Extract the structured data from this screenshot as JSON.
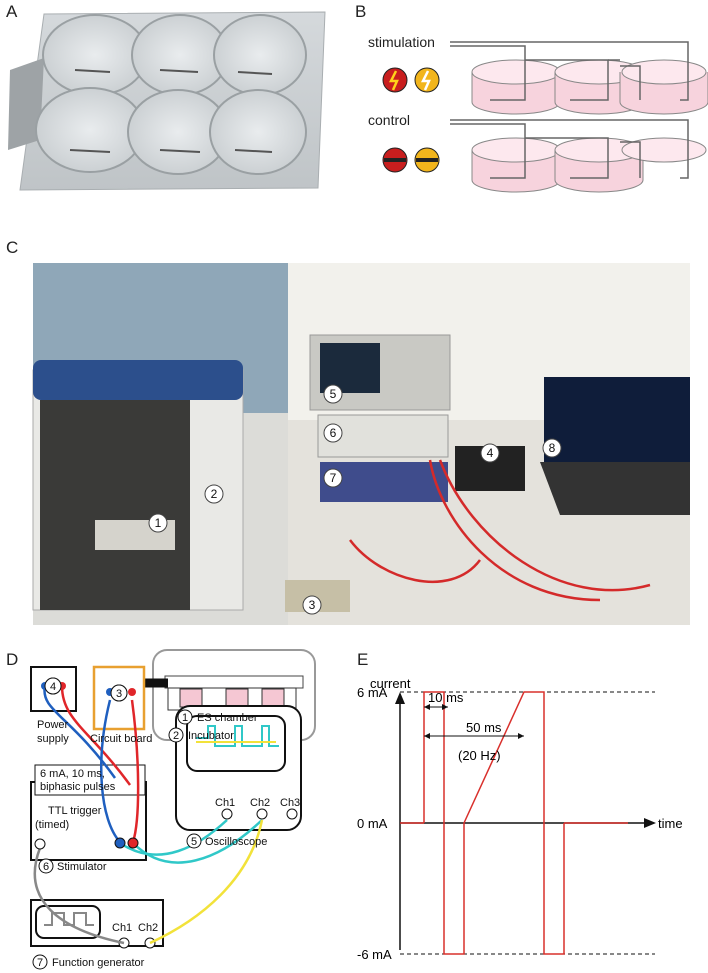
{
  "panels": {
    "a": {
      "letter": "A"
    },
    "b": {
      "letter": "B",
      "stimulation_label": "stimulation",
      "control_label": "control"
    },
    "c": {
      "letter": "C",
      "markers": [
        "1",
        "2",
        "3",
        "4",
        "5",
        "6",
        "7",
        "8"
      ]
    },
    "d": {
      "letter": "D",
      "num_4": "4",
      "num_3": "3",
      "num_1": "1",
      "num_2": "2",
      "num_6": "6",
      "num_5": "5",
      "num_7": "7",
      "es_chamber": "ES chamber",
      "incubator": "Incubator",
      "power_supply_line1": "Power",
      "power_supply_line2": "supply",
      "circuit_board": "Circuit board",
      "stim_settings_line1": "6 mA, 10 ms,",
      "stim_settings_line2": "biphasic pulses",
      "ttl_line1": "TTL trigger",
      "ttl_line2": "(timed)",
      "stimulator": "Stimulator",
      "oscilloscope": "Oscilloscope",
      "osc_ch1": "Ch1",
      "osc_ch2": "Ch2",
      "osc_ch3": "Ch3",
      "fg_ch1": "Ch1",
      "fg_ch2": "Ch2",
      "function_generator": "Function generator"
    },
    "e": {
      "letter": "E",
      "y_axis_label": "current",
      "x_axis_label": "time",
      "tick_pos": "6 mA",
      "tick_zero": "0 mA",
      "tick_neg": "-6 mA",
      "pulse_width": "10 ms",
      "period": "50 ms",
      "frequency": "(20 Hz)"
    }
  },
  "colors": {
    "pulse": "#d9302c",
    "wire_blue": "#1f5fbf",
    "wire_red": "#e0262a",
    "wire_cyan": "#30c8c8",
    "wire_yellow": "#f2e23a",
    "board_orange": "#e8a030",
    "dish_pink": "#f6c6d4"
  },
  "chart_data": {
    "type": "line",
    "title": "",
    "xlabel": "time",
    "ylabel": "current",
    "y_ticks": [
      "6 mA",
      "0 mA",
      "-6 mA"
    ],
    "series": [
      {
        "values_mA": [
          0,
          6,
          6,
          0,
          -6,
          -6,
          0,
          6,
          6,
          0,
          -6,
          -6,
          0
        ],
        "x_ms": [
          0,
          0,
          10,
          10,
          10,
          20,
          20,
          50,
          60,
          60,
          60,
          70,
          70
        ]
      }
    ],
    "annotations": [
      "10 ms",
      "50 ms",
      "(20 Hz)"
    ]
  }
}
